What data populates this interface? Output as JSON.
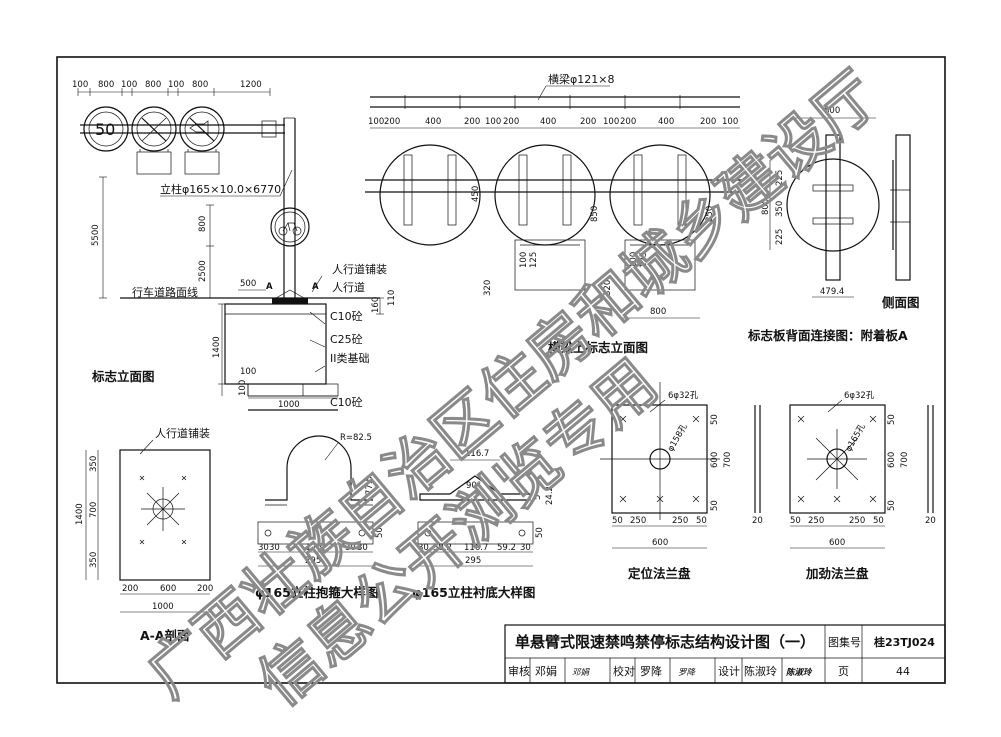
{
  "drawing_title": "单悬臂式限速禁鸣禁停标志结构设计图（一）",
  "title_block": {
    "atlas_label": "图集号",
    "atlas_no": "桂23TJ024",
    "page_label": "页",
    "page_no": "44",
    "review_label": "审核",
    "reviewer": "邓娟",
    "reviewer_sig": "邓娟",
    "check_label": "校对",
    "checker": "罗降",
    "checker_sig": "罗降",
    "design_label": "设计",
    "designer": "陈淑玲",
    "designer_sig": "陈淑玲"
  },
  "watermark": {
    "line1": "广西壮族自治区住房和城乡建设厅",
    "line2": "信息公开浏览专用"
  },
  "elevation": {
    "caption": "标志立面图",
    "top_dims": [
      "100",
      "800",
      "100",
      "800",
      "100",
      "800",
      "1200"
    ],
    "speed_sign": "50",
    "post_label": "立柱φ165×10.0×6770",
    "dim_5500": "5500",
    "dim_800": "800",
    "dim_2500": "2500",
    "dim_500": "500",
    "dim_160": "160",
    "dim_110": "110",
    "dim_1400": "1400",
    "dim_100": "100",
    "dim_100b": "100",
    "dim_1000": "1000",
    "section_a": "A",
    "section_a2": "A",
    "road_line": "行车道路面线",
    "pavement": "人行道铺装",
    "sidewalk": "人行道",
    "c10_top": "C10砼",
    "c25": "C25砼",
    "soil": "II类基础",
    "c10_bottom": "C10砼"
  },
  "beam_view": {
    "caption": "横梁上标志立面图",
    "beam_label": "横梁φ121×8",
    "dims": [
      "100",
      "200",
      "400",
      "200",
      "100",
      "200",
      "400",
      "200",
      "100",
      "200",
      "400",
      "200",
      "100"
    ],
    "dim_450": "450",
    "dim_850a": "850",
    "dim_850b": "850",
    "dim_100a": "100",
    "dim_125a": "125",
    "dim_100b": "100",
    "dim_125b": "125",
    "dim_320a": "320",
    "dim_320b": "320",
    "dim_800": "800"
  },
  "back_view": {
    "caption": "标志板背面连接图：附着板A",
    "dim_800_top": "800",
    "dim_800_side": "800",
    "dim_225a": "225",
    "dim_350": "350",
    "dim_225b": "225",
    "dim_479": "479.4"
  },
  "side_view": {
    "caption": "侧面图"
  },
  "section_aa": {
    "caption": "A-A剖面",
    "pavement": "人行道铺装",
    "dim_1400": "1400",
    "dim_350a": "350",
    "dim_700": "700",
    "dim_350b": "350",
    "dim_200a": "200",
    "dim_600": "600",
    "dim_200b": "200",
    "dim_1000": "1000"
  },
  "hoop": {
    "caption": "φ165立柱抱箍大样图",
    "radius": "R=82.5",
    "dim_height": "77.5",
    "dim_50": "50",
    "dims_bottom": [
      "30",
      "30",
      "175",
      "30",
      "30"
    ],
    "dim_total": "295"
  },
  "liner": {
    "caption": "φ165立柱衬底大样图",
    "dim_116": "116.7",
    "angle": "90°",
    "dim_5": "5",
    "dim_24": "24.2",
    "dim_50": "50",
    "dims_bottom": [
      "30",
      "59.2",
      "116.7",
      "59.2",
      "30"
    ],
    "dim_total": "295"
  },
  "flange_pos": {
    "caption": "定位法兰盘",
    "holes": "6φ32孔",
    "center_hole": "φ158孔",
    "dim_50a": "50",
    "dim_600": "600",
    "dim_50b": "50",
    "dim_700": "700",
    "dim_20": "20",
    "bottom_dims": [
      "50",
      "250",
      "250",
      "50"
    ],
    "dim_600b": "600"
  },
  "flange_rib": {
    "caption": "加劲法兰盘",
    "holes": "6φ32孔",
    "center_hole": "φ165孔",
    "dim_50a": "50",
    "dim_600": "600",
    "dim_50b": "50",
    "dim_700": "700",
    "dim_20": "20",
    "bottom_dims": [
      "50",
      "250",
      "250",
      "50"
    ],
    "dim_600b": "600"
  }
}
